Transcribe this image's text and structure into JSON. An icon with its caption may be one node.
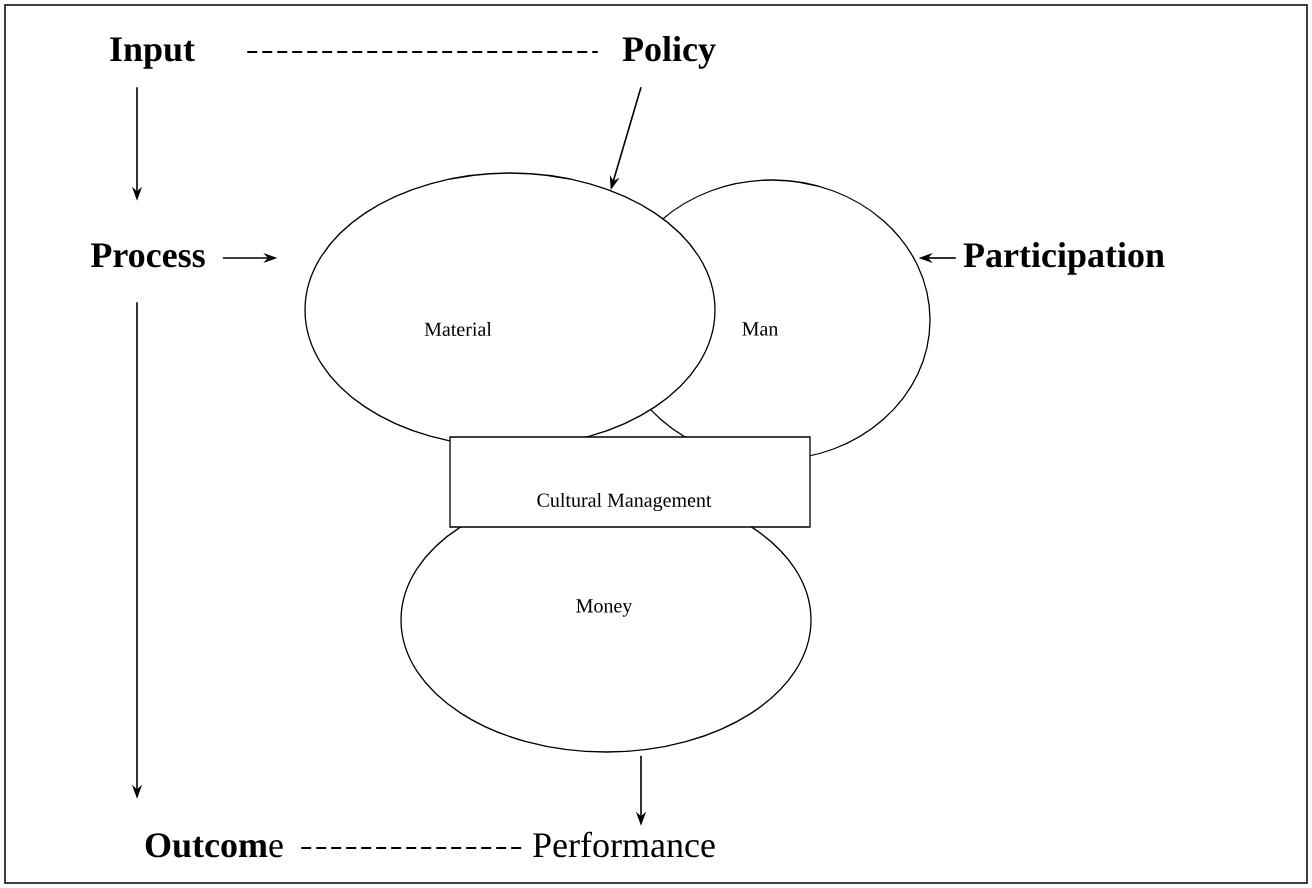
{
  "diagram": {
    "nodes": [
      {
        "text": [
          "Input"
        ]
      },
      {
        "text": [
          "Policy"
        ]
      },
      {
        "text": [
          "Process"
        ]
      },
      {
        "text": [
          "Participation"
        ]
      },
      {
        "text": [
          "Material"
        ]
      },
      {
        "text": [
          "Man"
        ]
      },
      {
        "text": [
          "Money"
        ]
      },
      {
        "text": [
          "Cultural Management"
        ]
      },
      {
        "text": [
          "**Outcom**e"
        ]
      },
      {
        "text": [
          "Performance"
        ]
      }
    ],
    "edges": [
      {
        "from": 0,
        "to": 2,
        "arrow": "to"
      },
      {
        "from": 0,
        "to": 1,
        "arrow": "none",
        "style": "dashed"
      },
      {
        "from": 1,
        "to": 4,
        "arrow": "to"
      },
      {
        "from": 2,
        "to": 4,
        "arrow": "to"
      },
      {
        "from": 3,
        "to": 5,
        "arrow": "to"
      },
      {
        "from": 2,
        "to": 8,
        "arrow": "to"
      },
      {
        "from": 6,
        "to": 9,
        "arrow": "to"
      },
      {
        "from": 8,
        "to": 9,
        "arrow": "none",
        "style": "dashed"
      }
    ]
  }
}
